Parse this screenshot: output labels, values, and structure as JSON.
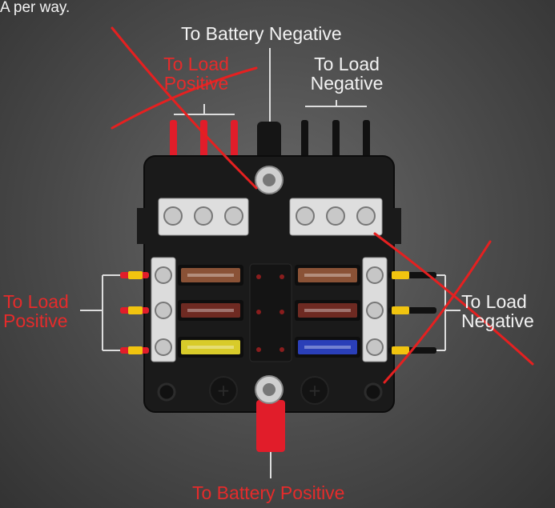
{
  "caption_top_left": "A per way.",
  "labels": {
    "battery_negative": "To Battery Negative",
    "load_positive_top": [
      "To Load",
      "Positive"
    ],
    "load_negative_top": [
      "To Load",
      "Negative"
    ],
    "load_positive_left": [
      "To Load",
      "Positive"
    ],
    "load_negative_right": [
      "To Load",
      "Negative"
    ],
    "battery_positive": "To Battery Positive"
  },
  "fuse_colors": {
    "left": [
      "#8a5236",
      "#6e2a22",
      "#d8cb2a"
    ],
    "right": [
      "#8a5236",
      "#6e2a22",
      "#2a3fb8"
    ]
  },
  "colors": {
    "positive_wire": "#e11d2a",
    "negative_wire": "#111111",
    "crimp": "#f1c40f",
    "annotation": "#e52020"
  },
  "icons": [
    "screw-terminal-icon",
    "mounting-hole-icon",
    "led-indicator-icon"
  ]
}
